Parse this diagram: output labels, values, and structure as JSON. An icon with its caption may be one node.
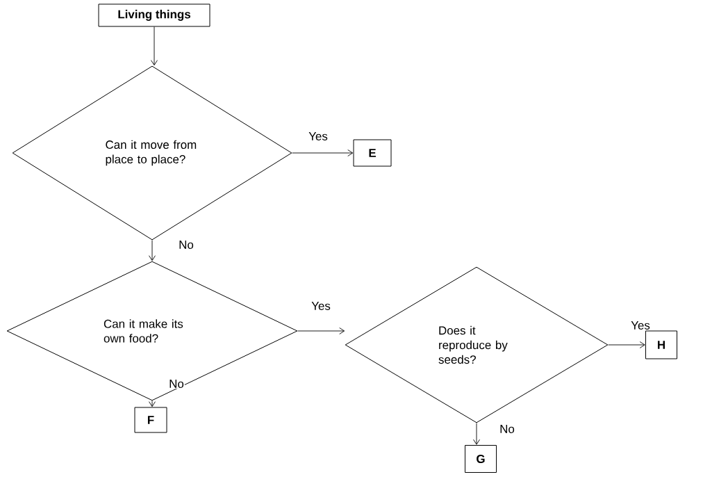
{
  "diagram": {
    "nodes": [
      {
        "text": [
          "Living things"
        ]
      },
      {
        "text": [
          "Can it move from place to place?"
        ]
      },
      {
        "text": [
          "E"
        ]
      },
      {
        "text": [
          "Can it make its own food?"
        ]
      },
      {
        "text": [
          "Does it reproduce by seeds?"
        ]
      },
      {
        "text": [
          "H"
        ]
      },
      {
        "text": [
          "F"
        ]
      },
      {
        "text": [
          "G"
        ]
      }
    ],
    "edges": [
      {
        "from": 0,
        "to": 1,
        "arrow": "to"
      },
      {
        "from": 1,
        "to": 2,
        "arrow": "to",
        "label": "Yes"
      },
      {
        "from": 1,
        "to": 3,
        "arrow": "to",
        "label": "No"
      },
      {
        "from": 3,
        "to": 4,
        "arrow": "to",
        "label": "Yes"
      },
      {
        "from": 3,
        "to": 6,
        "arrow": "to",
        "label": "No"
      },
      {
        "from": 4,
        "to": 5,
        "arrow": "to",
        "label": "Yes"
      },
      {
        "from": 4,
        "to": 7,
        "arrow": "to",
        "label": "No"
      }
    ]
  }
}
